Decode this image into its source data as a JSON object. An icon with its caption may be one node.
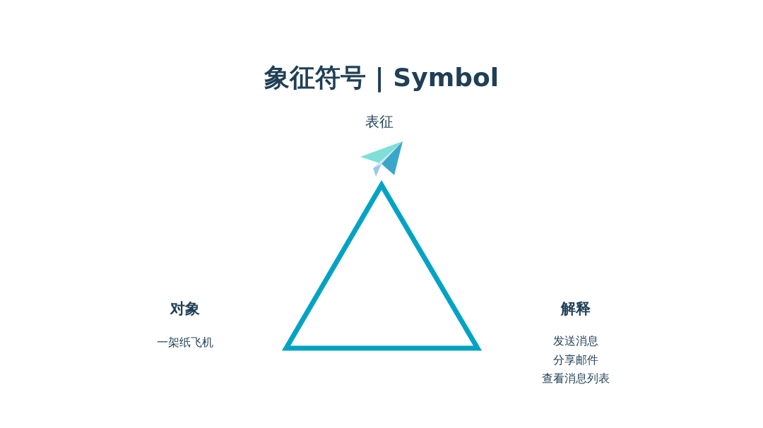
{
  "diagram": {
    "title": "象征符号 | Symbol",
    "nodes": [
      {
        "text": [],
        "shape": "triangle"
      }
    ],
    "labels": [
      "表征",
      "对象",
      "一架纸飞机",
      "解释",
      "发送消息",
      "分享邮件",
      "查看消息列表"
    ]
  }
}
